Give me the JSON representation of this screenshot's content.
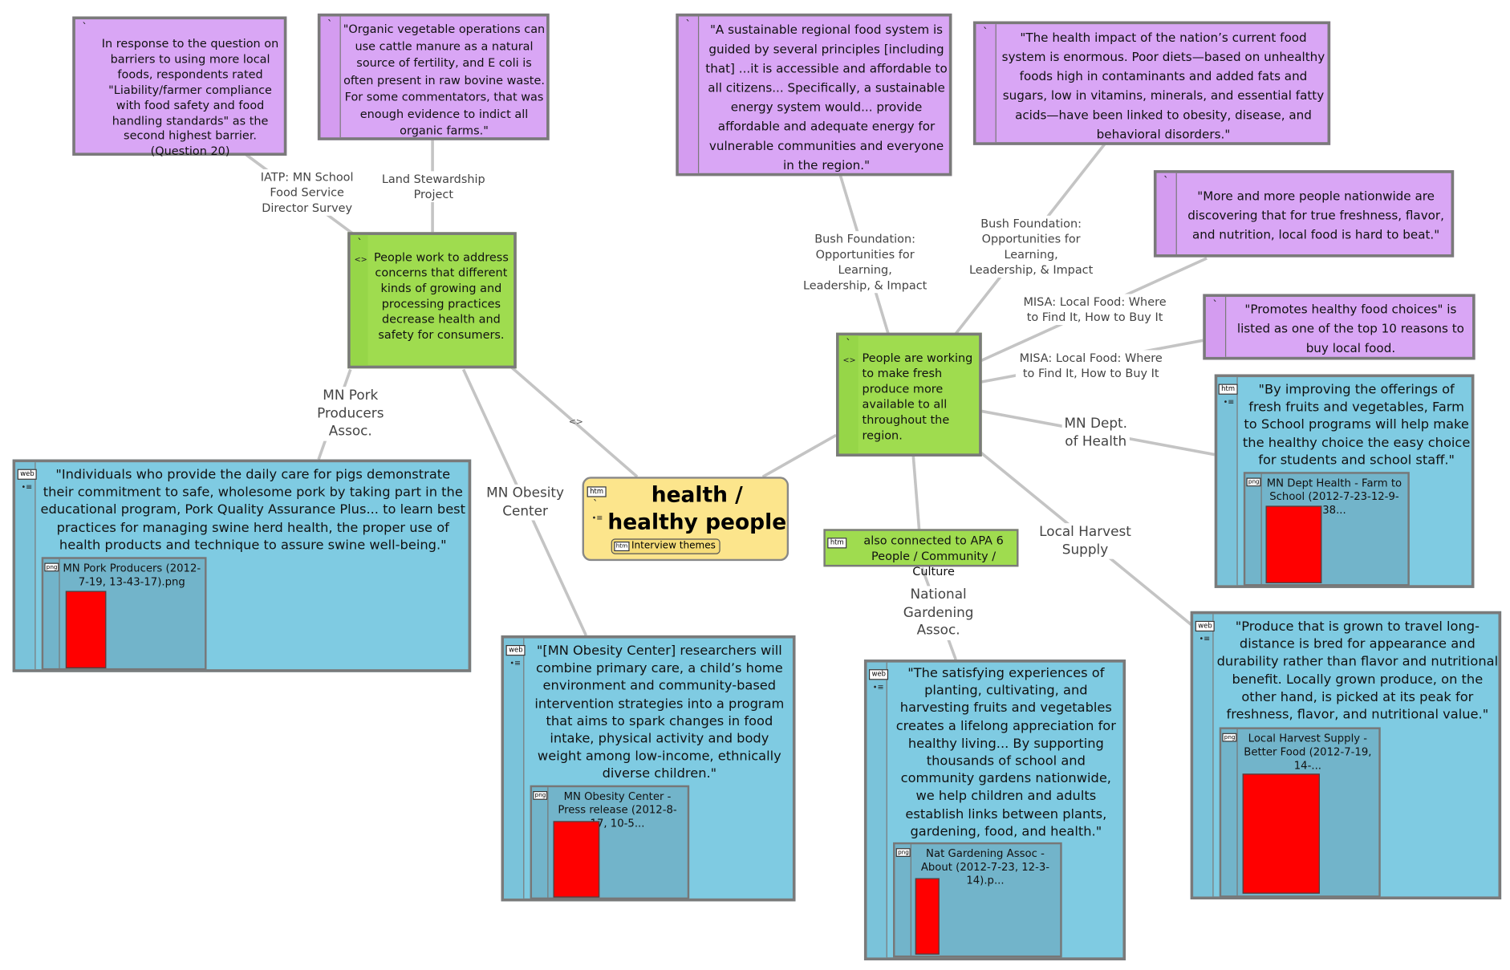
{
  "center": {
    "title_line1": "health /",
    "title_line2": "healthy people",
    "badge": "htm",
    "chip": "Interview themes",
    "chip_tag": "htm"
  },
  "hubs": {
    "left": {
      "text": "People work to address concerns that different kinds of growing and processing practices decrease health and safety for consumers."
    },
    "right": {
      "text": "People are working to make fresh produce more available to all throughout the region."
    },
    "apa": {
      "badge": "htm",
      "text": "also connected to APA 6 People / Community / Culture"
    }
  },
  "quotes": {
    "iatp": "In response to the question on barriers to using more local foods, respondents rated \"Liability/farmer compliance with food safety and food handling standards\" as the second highest barrier. (Question 20)",
    "land": "\"Organic vegetable operations can use cattle manure as a natural source of fertility, and E coli is often present in raw bovine waste. For some commentators, that was enough evidence to indict all organic farms.\"",
    "bush1": "\"A sustainable regional food system is guided by several principles [including that] ...it is accessible and affordable to all citizens... Specifically, a sustainable energy system would... provide affordable and adequate energy for vulnerable communities and everyone in the region.\"",
    "bush2": "\"The health impact of the nation’s current food system is enormous. Poor diets—based on unhealthy foods high in contaminants and added fats and sugars, low in vitamins, minerals, and essential fatty acids—have been linked to obesity, disease, and behavioral disorders.\"",
    "misa1": "\"More and more people nationwide are discovering that for true freshness, flavor, and nutrition, local food is hard to beat.\"",
    "misa2": "\"Promotes healthy food choices\" is listed as one of the top 10 reasons to buy local food."
  },
  "web": {
    "pork": {
      "badge": "web",
      "text": "\"Individuals who provide the daily care for pigs demonstrate their commitment to safe, wholesome pork by taking part in the educational program, Pork Quality Assurance Plus... to learn best practices for managing swine herd health, the proper use of health products and technique to assure swine well-being.\"",
      "img_tag": "png",
      "img_caption": "MN Pork Producers (2012-7-19, 13-43-17).png"
    },
    "obesity": {
      "badge": "web",
      "text": "\"[MN Obesity Center] researchers will combine primary care, a child’s home environment and community-based intervention strategies into a program that aims to spark changes in food intake, physical activity and body weight among low-income, ethnically diverse children.\"",
      "img_tag": "png",
      "img_caption": "MN Obesity Center - Press release (2012-8-17, 10-5..."
    },
    "gardening": {
      "badge": "web",
      "text": "\"The satisfying experiences of planting, cultivating, and harvesting fruits and vegetables creates a lifelong appreciation for healthy living... By supporting thousands of school and community gardens nationwide, we help children and adults establish links between plants, gardening, food, and health.\"",
      "img_tag": "png",
      "img_caption": "Nat Gardening Assoc - About (2012-7-23, 12-3-14).p..."
    },
    "mdh": {
      "badge": "htm",
      "text": "\"By improving the offerings of fresh fruits and vegetables, Farm to School programs will help make the healthy choice the easy choice for students and school staff.\"",
      "img_tag": "png",
      "img_caption": "MN Dept Health - Farm to School (2012-7-23-12-9-38..."
    },
    "harvest": {
      "badge": "web",
      "text": "\"Produce that is grown to travel long-distance is bred for appearance and durability rather than flavor and nutritional benefit. Locally grown produce, on the other hand, is picked at its peak for freshness, flavor, and nutritional value.\"",
      "img_tag": "png",
      "img_caption": "Local Harvest Supply - Better Food (2012-7-19, 14-..."
    }
  },
  "labels": {
    "iatp": "IATP: MN School\nFood Service\nDirector Survey",
    "land": "Land Stewardship\nProject",
    "bush1": "Bush Foundation:\nOpportunities for Learning,\nLeadership, & Impact",
    "bush2": "Bush Foundation:\nOpportunities for Learning,\nLeadership, & Impact",
    "misa1": "MISA: Local Food: Where\nto Find It, How to Buy It",
    "misa2": "MISA: Local Food: Where\nto Find It, How to Buy It",
    "pork": "MN Pork\nProducers\nAssoc.",
    "obesity": "MN Obesity\nCenter",
    "mdh": "MN Dept.\nof Health",
    "harvest": "Local Harvest\nSupply",
    "gardening": "National\nGardening\nAssoc."
  },
  "colors": {
    "quote": "#d9a6f5",
    "hub": "#9fdc4f",
    "web": "#7fcbe2",
    "center": "#fce58c",
    "image": "#ff0000",
    "link": "#c4c4c4"
  },
  "icons": {
    "bullet": "tick-mark-icon",
    "link_marker": "diamond-link-icon"
  }
}
